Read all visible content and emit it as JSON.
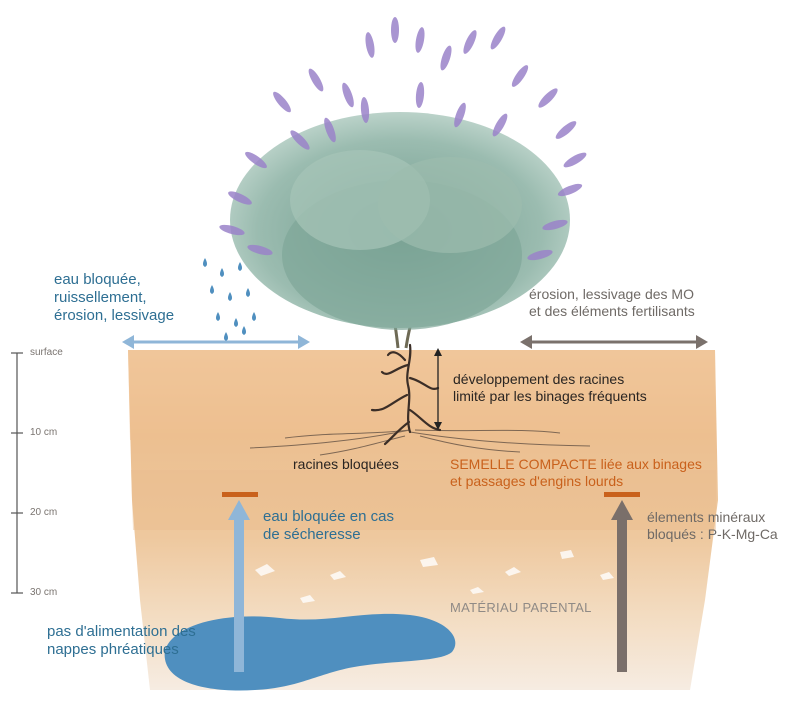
{
  "colors": {
    "water": "#4f8fbf",
    "water_label": "#2e6f93",
    "arrow_up_blue": "#8fb6d8",
    "arrow_up_gray": "#7a6f6a",
    "erosion_arrow": "#7a716c",
    "compact_layer": "#c9611c",
    "soil_top": "#efc79b",
    "soil_mid": "#e6b98a",
    "soil_low": "#edd3b4",
    "parent_material": "#f1e8de",
    "lavender_foliage": "#8fb2a6",
    "lavender_flower": "#9a82c9"
  },
  "icons": [
    "raindrops-icon",
    "lavender-plant-icon",
    "water-table-icon"
  ],
  "labels": {
    "left_top": "eau bloquée,\nruissellement,\nérosion,  lessivage",
    "right_top": "érosion, lessivage des MO\net des éléments fertilisants",
    "roots_dev": "développement des racines\nlimité par les binages fréquents",
    "roots_blocked": "racines bloquées",
    "semelle": "SEMELLE COMPACTE liée aux binages\net passages d'engins lourds",
    "water_drought": "eau bloquée en cas\nde sécheresse",
    "minerals": "élements minéraux\nbloqués : P-K-Mg-Ca",
    "parent_material": "MATÉRIAU PARENTAL",
    "water_table": "pas d'alimentation des\nnappes phréatiques"
  },
  "scale": {
    "ticks": [
      "surface",
      "10 cm",
      "20 cm",
      "30 cm"
    ]
  }
}
